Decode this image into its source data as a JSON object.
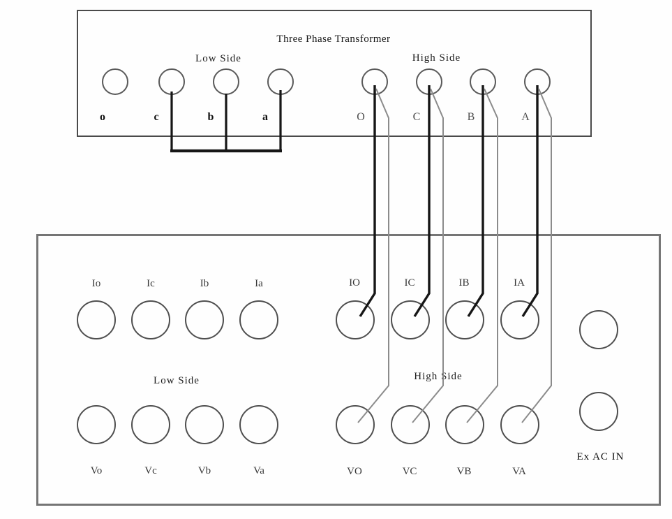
{
  "diagram": {
    "transformer": {
      "title": "Three Phase Transformer",
      "low_side_label": "Low Side",
      "high_side_label": "High Side",
      "low_terminals": [
        "o",
        "c",
        "b",
        "a"
      ],
      "high_terminals": [
        "O",
        "C",
        "B",
        "A"
      ]
    },
    "analyzer": {
      "low_side_label": "Low Side",
      "high_side_label": "High Side",
      "current_low_terminals": [
        "Io",
        "Ic",
        "Ib",
        "Ia"
      ],
      "current_high_terminals": [
        "IO",
        "IC",
        "IB",
        "IA"
      ],
      "voltage_low_terminals": [
        "Vo",
        "Vc",
        "Vb",
        "Va"
      ],
      "voltage_high_terminals": [
        "VO",
        "VC",
        "VB",
        "VA"
      ],
      "ex_ac_in_label": "Ex AC IN"
    },
    "wiring": {
      "low_side_short_bus": "c-b-a shorted together",
      "thick_wire_color": "#161616",
      "thin_wire_color": "#8b8b8b",
      "top_box_border_color": "#4a4a4a",
      "bottom_box_border_color": "#757575"
    }
  }
}
